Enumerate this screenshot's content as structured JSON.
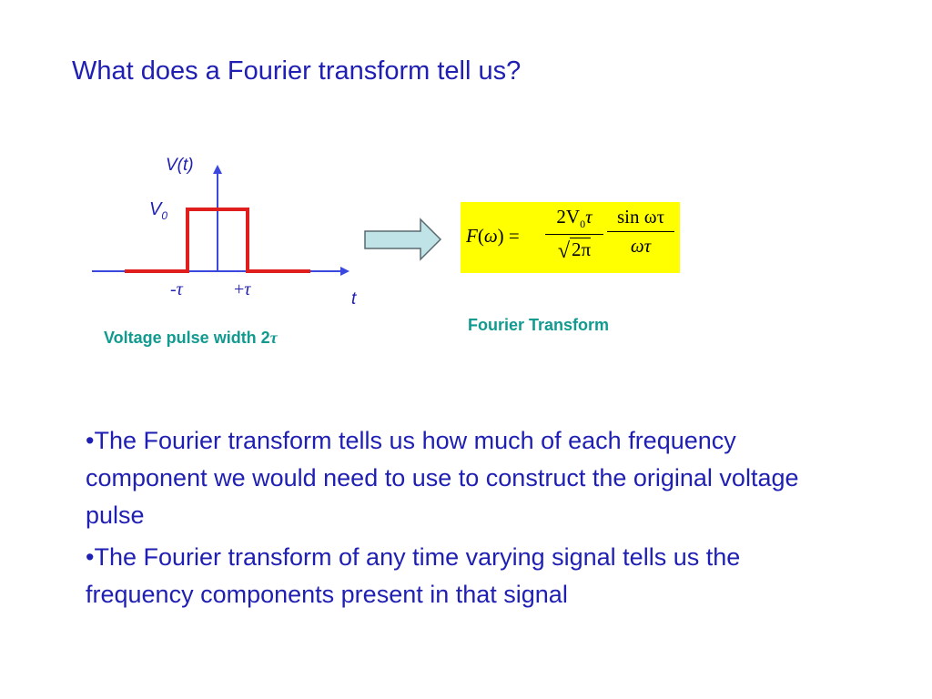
{
  "title": "What does a Fourier transform tell us?",
  "diagram": {
    "y_axis_label": "V(t)",
    "x_axis_label": "t",
    "v0_label": {
      "base": "V",
      "sub": "0"
    },
    "tick_minus": {
      "sign": "-",
      "greek": "τ"
    },
    "tick_plus": {
      "sign": "+",
      "greek": "τ"
    },
    "caption": {
      "text": "Voltage pulse width 2",
      "greek": "τ"
    },
    "colors": {
      "axis": "#3b48e0",
      "pulse": "#e01e1e",
      "arrow_fill": "#bfe3e6",
      "arrow_stroke": "#5a6a6e"
    }
  },
  "formula": {
    "lhs": {
      "f": "F",
      "open": "(",
      "omega": "ω",
      "close": ")",
      "eq": "="
    },
    "frac1": {
      "num": "2V",
      "num_sub": "0",
      "num_tau": "τ",
      "sqrt_sign": "√",
      "den": "2π"
    },
    "frac2": {
      "num": "sin ωτ",
      "den": "ωτ"
    },
    "background": "#ffff00"
  },
  "formula_caption": "Fourier Transform",
  "bullets": [
    "•The Fourier transform tells us how much of each frequency component we would need to use to construct the original voltage pulse",
    "•The Fourier transform of any time varying signal tells us the frequency components present in that signal"
  ],
  "colors": {
    "text": "#1f1fb3",
    "caption": "#119a8f"
  }
}
